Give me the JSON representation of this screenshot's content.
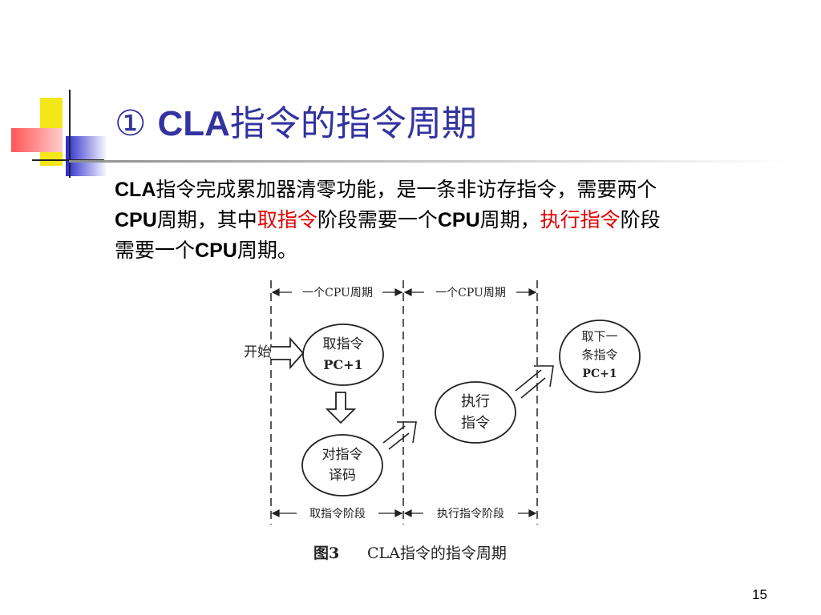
{
  "slide": {
    "title_number": "①",
    "title_latin": "CLA",
    "title_cjk": "指令的指令周期",
    "body": {
      "l1": "CLA",
      "l2": "指令完成累加器清零功能，是一条非访存指令，需要两个",
      "l3": "CPU",
      "l4": "周期，其中",
      "l5": "取指令",
      "l6": "阶段需要一个",
      "l7": "CPU",
      "l8": "周期，",
      "l9": "执行指令",
      "l10": "阶段",
      "l11": "需要一个",
      "l12": "CPU",
      "l13": "周期。"
    },
    "page_number": "15",
    "accent_color": "#3333a0",
    "highlight_color": "#e00000"
  },
  "figure": {
    "cycle_top_left": "一个CPU周期",
    "cycle_top_right": "一个CPU周期",
    "start": "开始",
    "fetch_l1": "取指令",
    "fetch_l2": "PC+1",
    "decode_l1": "对指令",
    "decode_l2": "译码",
    "exec_l1": "执行",
    "exec_l2": "指令",
    "next_l1": "取下一",
    "next_l2": "条指令",
    "next_l3": "PC+1",
    "phase_fetch": "取指令阶段",
    "phase_exec": "执行指令阶段",
    "caption_prefix": "图3",
    "caption_text": "CLA指令的指令周期"
  }
}
